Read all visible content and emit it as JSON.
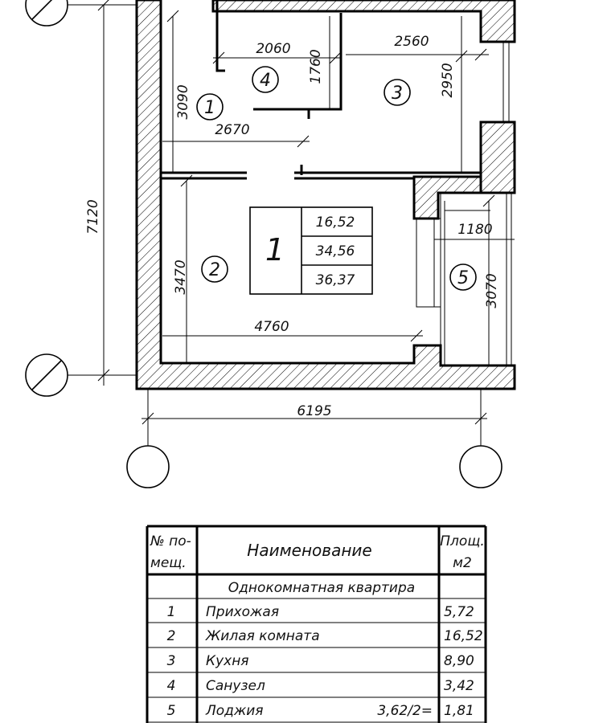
{
  "plan": {
    "dimensions": {
      "room4_width": "2060",
      "room4_height": "1760",
      "room3_width": "2560",
      "room3_height": "2950",
      "room1_height": "3090",
      "room1_width": "2670",
      "room2_height": "3470",
      "room2_width": "4760",
      "room5_width": "1180",
      "room5_height": "3070",
      "total_height": "7120",
      "total_width": "6195"
    },
    "room_numbers": [
      "1",
      "2",
      "3",
      "4",
      "5"
    ],
    "stamp": {
      "apartment_number": "1",
      "living_area": "16,52",
      "total_area": "34,56",
      "total_with_loggia": "36,37"
    }
  },
  "table": {
    "headers": {
      "number_line1": "№ по-",
      "number_line2": "мещ.",
      "name": "Наименование",
      "area_line1": "Площ.",
      "area_line2": "м2"
    },
    "section_title": "Однокомнатная квартира",
    "rows": [
      {
        "num": "1",
        "name": "Прихожая",
        "formula": "",
        "area": "5,72"
      },
      {
        "num": "2",
        "name": "Жилая комната",
        "formula": "",
        "area": "16,52"
      },
      {
        "num": "3",
        "name": "Кухня",
        "formula": "",
        "area": "8,90"
      },
      {
        "num": "4",
        "name": "Санузел",
        "formula": "",
        "area": "3,42"
      },
      {
        "num": "5",
        "name": "Лоджия",
        "formula": "3,62/2=",
        "area": "1,81"
      }
    ]
  }
}
